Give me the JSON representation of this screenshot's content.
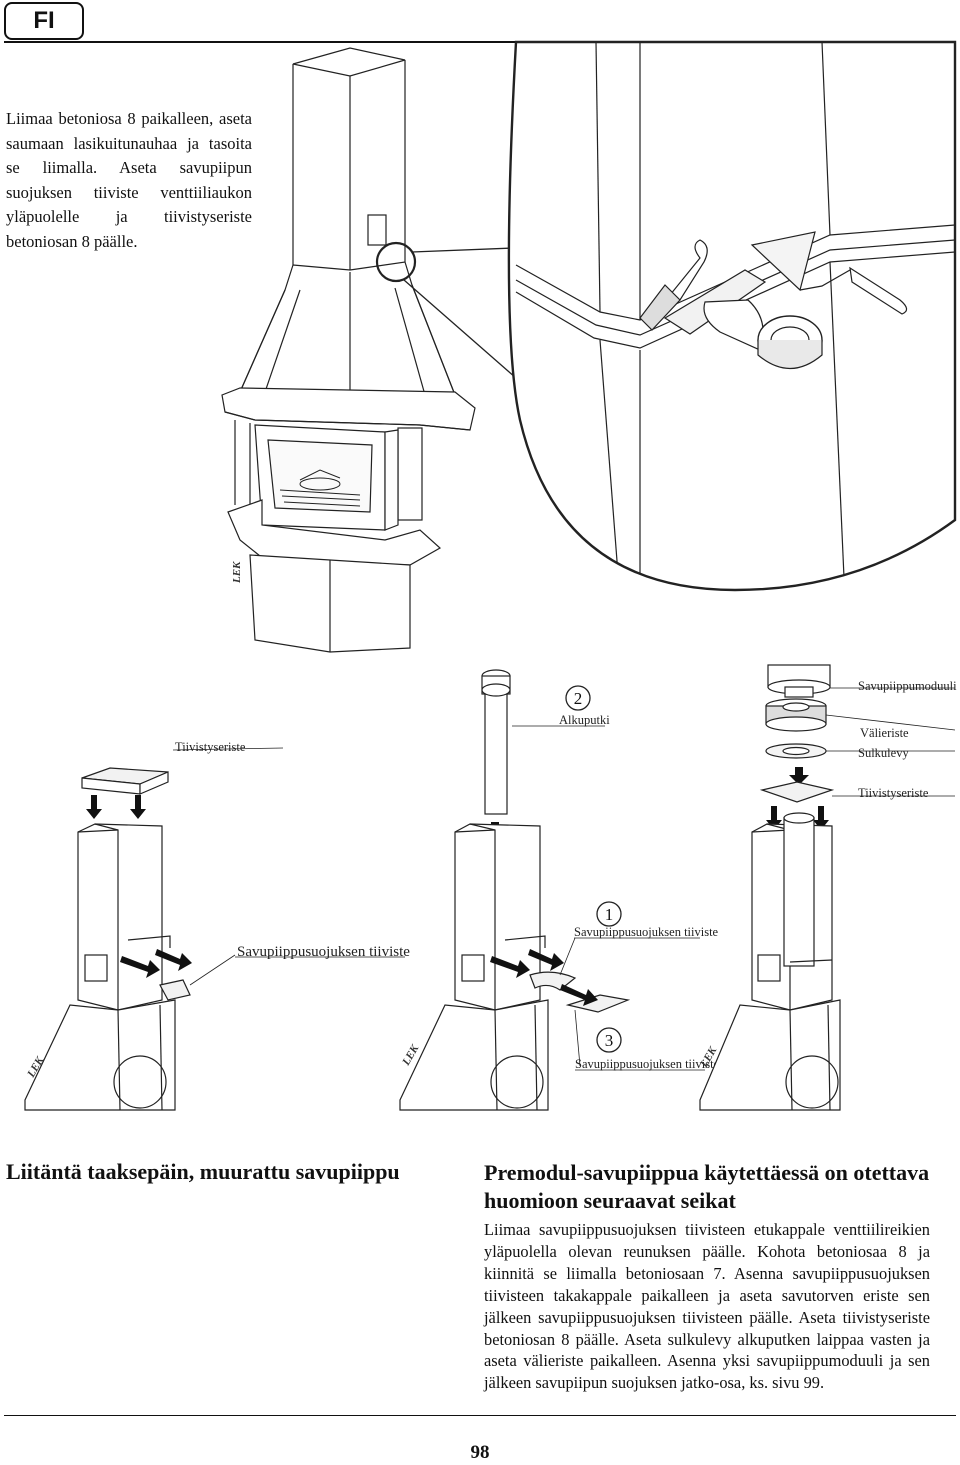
{
  "header": {
    "language": "FI"
  },
  "intro_text": "Liimaa betoniosa 8 paikalleen, aseta saumaan lasikuitunauhaa ja tasoita se liimalla. Aseta savupiipun suojuksen tiiviste venttiiliaukon yläpuolelle ja tiivistyseriste betoniosan 8 päälle.",
  "figures": {
    "brand_mark": "LEK",
    "labels": {
      "tiivistyseriste_left": "Tiivistyseriste",
      "savupiippusuojuksen_tiiviste_left": "Savupiippusuojuksen tiiviste",
      "alkuputki": "Alkuputki",
      "savupiippusuojuksen_tiiviste_1": "Savupiippusuojuksen tiiviste",
      "savupiippusuojuksen_tiiviste_3": "Savupiippusuojuksen tiiviste",
      "savupiippumoduuli": "Savupiippumoduuli",
      "valieriste": "Välieriste",
      "sulkulevy": "Sulkulevy",
      "tiivistyseriste_right": "Tiivistyseriste"
    },
    "step_numbers": [
      "2",
      "1",
      "3"
    ]
  },
  "left_heading": "Liitäntä taaksepäin, muurattu savupiippu",
  "right_heading": "Premodul-savupiippua käytettäessä on otettava huomioon seuraavat seikat",
  "right_body": "Liimaa savupiippusuojuksen tiivisteen etukappale venttiilireikien yläpuolella olevan reunuksen päälle. Kohota betoniosaa 8 ja kiinnitä se liimalla betoniosaan 7. Asenna savupiippusuojuksen tiivisteen takakappale paikalleen ja aseta savutorven eriste sen jälkeen savupiippusuojuksen tiivisteen päälle. Aseta tiivistyseriste betoniosan 8 päälle. Aseta sulkulevy alkuputken laippaa vasten ja aseta välieriste paikalleen. Asenna yksi savupiippumoduuli ja sen jälkeen savupiipun suojuksen jatko-osa, ks. sivu 99.",
  "footer": {
    "page_number": "98"
  }
}
